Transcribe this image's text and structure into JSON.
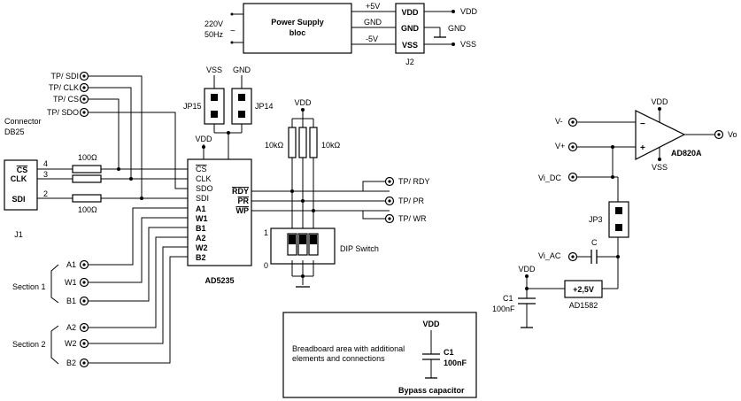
{
  "power": {
    "mains_voltage": "220V",
    "mains_freq": "50Hz",
    "mains_symbol": "~",
    "block_line1": "Power Supply",
    "block_line2": "bloc",
    "rail_p5": "+5V",
    "rail_gnd": "GND",
    "rail_m5": "-5V",
    "j2_pins": [
      "VDD",
      "GND",
      "VSS"
    ],
    "j2_label": "J2",
    "out_vdd": "VDD",
    "out_gnd": "GND",
    "out_vss": "VSS"
  },
  "testpoints": [
    "TP/ SDI",
    "TP/ CLK",
    "TP/ CS",
    "TP/ SDO"
  ],
  "connector": {
    "title_line1": "Connector",
    "title_line2": "DB25",
    "signals": [
      "CS",
      "CLK",
      "SDI"
    ],
    "pin_numbers": [
      "4",
      "3",
      "2"
    ],
    "ref": "J1"
  },
  "resistors": {
    "r_top": "100Ω",
    "r_bottom": "100Ω",
    "pullup_left": "10kΩ",
    "pullup_right": "10kΩ"
  },
  "jumpers": {
    "jp15": "JP15",
    "jp15_supply": "VSS",
    "jp14": "JP14",
    "jp14_supply": "GND",
    "jp3": "JP3"
  },
  "ic": {
    "ref": "AD5235",
    "supply": "VDD",
    "left_pins": [
      "CS",
      "CLK",
      "SDO",
      "SDI",
      "A1",
      "W1",
      "B1",
      "A2",
      "W2",
      "B2"
    ],
    "right_pins": [
      "RDY",
      "PR",
      "WP"
    ]
  },
  "pullup_supply": "VDD",
  "right_testpoints": [
    "TP/ RDY",
    "TP/ PR",
    "TP/ WR"
  ],
  "dip": {
    "label": "DIP Switch",
    "on": "1",
    "off": "0"
  },
  "sections": {
    "s1_label": "Section 1",
    "s1_terms": [
      "A1",
      "W1",
      "B1"
    ],
    "s2_label": "Section 2",
    "s2_terms": [
      "A2",
      "W2",
      "B2"
    ]
  },
  "opamp": {
    "ref": "AD820A",
    "vdd": "VDD",
    "vss": "VSS",
    "in_neg": "V-",
    "in_pos": "V+",
    "minus_sign": "−",
    "plus_sign": "+",
    "out": "Vo",
    "vi_dc": "Vi_DC",
    "vi_ac": "Vi_AC",
    "coupling_cap": "C"
  },
  "reference": {
    "supply": "VDD",
    "cap_ref": "C1",
    "cap_value": "100nF",
    "ref_voltage": "+2,5V",
    "ref_part": "AD1582"
  },
  "breadboard": {
    "line1": "Breadboard area with additional",
    "line2": "elements and connections",
    "supply": "VDD",
    "cap_ref": "C1",
    "cap_value": "100nF",
    "caption": "Bypass capacitor"
  }
}
